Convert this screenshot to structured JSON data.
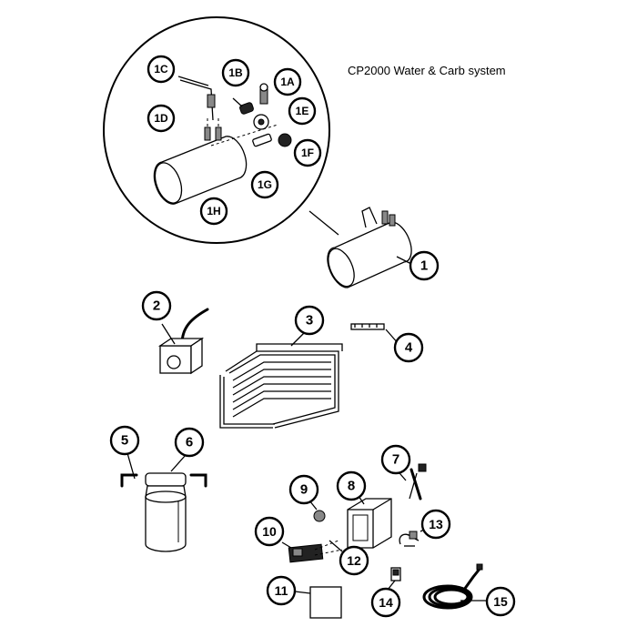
{
  "title": "CP2000 Water & Carb system",
  "callouts": {
    "c1C": "1C",
    "c1B": "1B",
    "c1A": "1A",
    "c1D": "1D",
    "c1E": "1E",
    "c1F": "1F",
    "c1G": "1G",
    "c1H": "1H",
    "c1": "1",
    "c2": "2",
    "c3": "3",
    "c4": "4",
    "c5": "5",
    "c6": "6",
    "c7": "7",
    "c8": "8",
    "c9": "9",
    "c10": "10",
    "c11": "11",
    "c12": "12",
    "c13": "13",
    "c14": "14",
    "c15": "15"
  }
}
